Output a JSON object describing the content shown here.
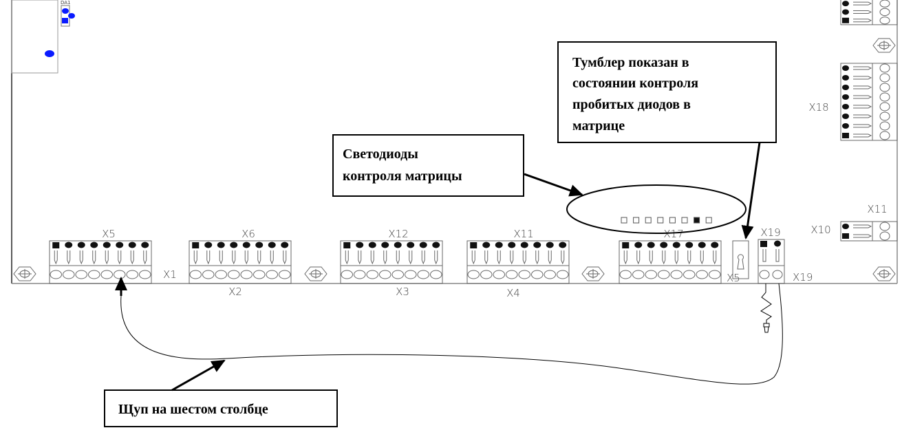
{
  "colors": {
    "component_blue": "#0a1bff",
    "outline": "#888888",
    "ink": "#000000"
  },
  "chip_label": "DA1",
  "connectors": [
    {
      "top": "X5",
      "bottom": "X1",
      "pins": 8
    },
    {
      "top": "X6",
      "bottom": "X2",
      "pins": 8
    },
    {
      "top": "X12",
      "bottom": "X3",
      "pins": 8
    },
    {
      "top": "X11",
      "bottom": "X4",
      "pins": 8
    },
    {
      "top": "X17",
      "bottom": "X5",
      "pins": 8
    }
  ],
  "x19": {
    "top": "X19",
    "bottom": "X19",
    "pins": 2
  },
  "right_connectors": {
    "x18": "X18",
    "x11": "X11",
    "x10": "X10"
  },
  "leds": {
    "count": 8,
    "lit_index": 6
  },
  "callouts": {
    "toggle": [
      "Тумблер показан в",
      "состоянии контроля",
      "пробитых диодов в",
      "матрице"
    ],
    "leds": [
      "Светодиоды",
      "контроля матрицы"
    ],
    "probe": [
      "Щуп на шестом столбце"
    ]
  }
}
